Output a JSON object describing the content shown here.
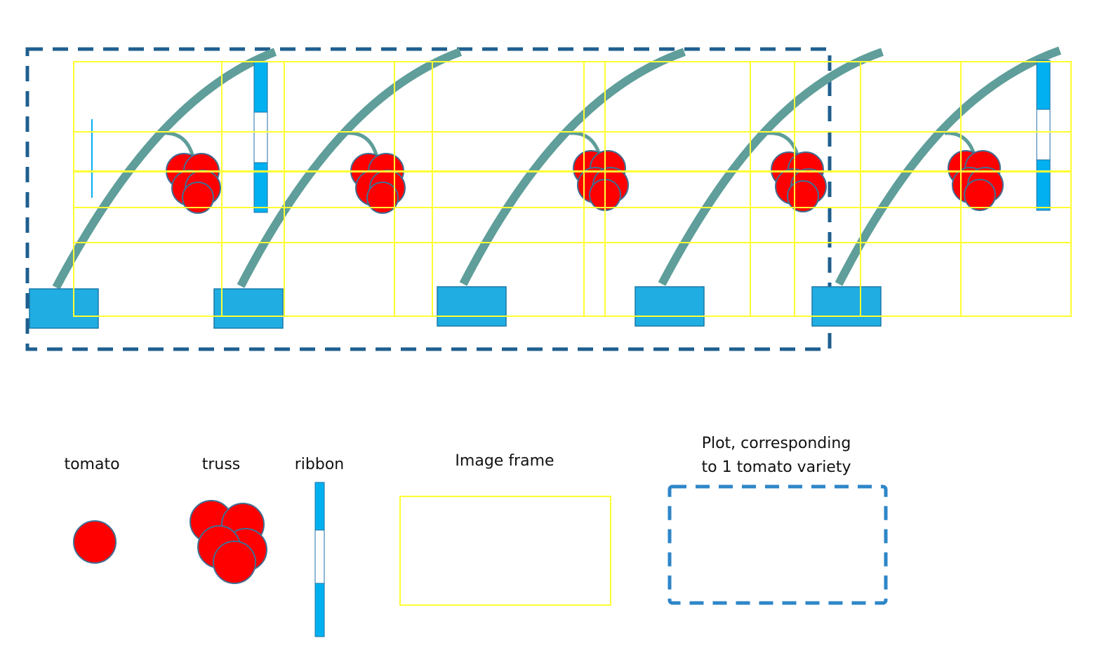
{
  "legend": {
    "tomato": "tomato",
    "truss": "truss",
    "ribbon": "ribbon",
    "image_frame": "Image frame",
    "plot_line1": "Plot, corresponding",
    "plot_line2": "to 1 tomato variety"
  },
  "colors": {
    "background": "#ffffff",
    "tomato_fill": "#ff0000",
    "tomato_stroke": "#3f6f93",
    "stem": "#5f9e9a",
    "pot_fill": "#20ade2",
    "pot_stroke": "#1a78a8",
    "ribbon_fill": "#00b0f0",
    "ribbon_stroke": "#1f6fa6",
    "image_frame": "#ffff33",
    "plot_border_main": "#1f5f8f",
    "plot_border_legend": "#2e86c8"
  },
  "icons": {
    "tomato": "red-circle",
    "truss": "red-circle-cluster",
    "ribbon": "blue-strip-with-white-window",
    "image_frame": "yellow-rectangle",
    "plot": "blue-dashed-rectangle",
    "pot": "blue-rectangle",
    "stem": "teal-curve"
  }
}
